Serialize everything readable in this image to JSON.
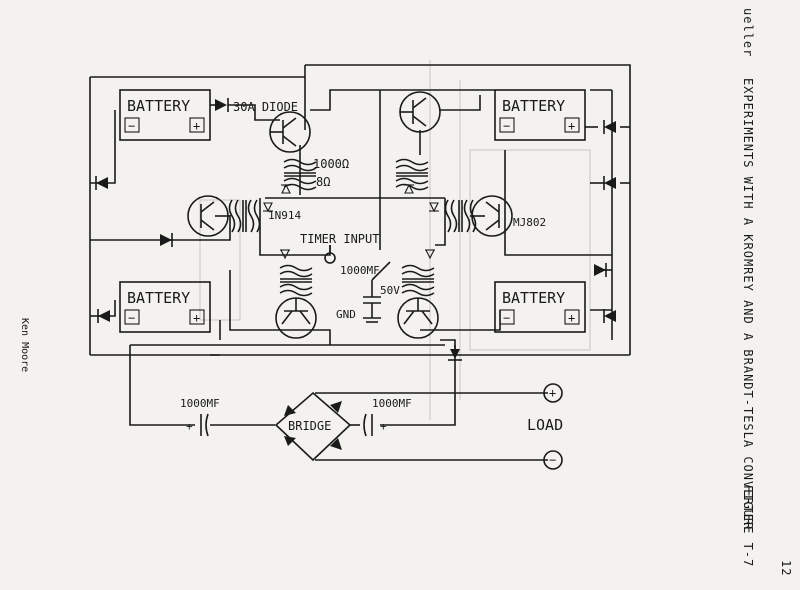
{
  "header": {
    "author_prefix": "ueller",
    "page_title": "EXPERIMENTS WITH A KROMREY AND A BRANDT-TESLA CONVERTER",
    "figure_label": "FIGURE T-7",
    "page_number": "12",
    "credit": "Ken Moore"
  },
  "labels": {
    "battery_top_left": "BATTERY",
    "battery_top_right": "BATTERY",
    "battery_bottom_left": "BATTERY",
    "battery_bottom_right": "BATTERY",
    "diode_30a": "30A DIODE",
    "res_1000": "1000Ω",
    "res_8": "8Ω",
    "diode_1n914": "1N914",
    "transistor_mj802": "MJ802",
    "timer_input": "TIMER INPUT",
    "cap_1000mf_mid": "1000MF",
    "volt_50v": "50V",
    "gnd": "GND",
    "cap_left": "1000MF",
    "cap_right": "1000MF",
    "bridge": "BRIDGE",
    "load": "LOAD",
    "minus": "−",
    "plus": "+"
  },
  "colors": {
    "ink": "#1a1a1a",
    "paper": "#f3f2ef"
  }
}
